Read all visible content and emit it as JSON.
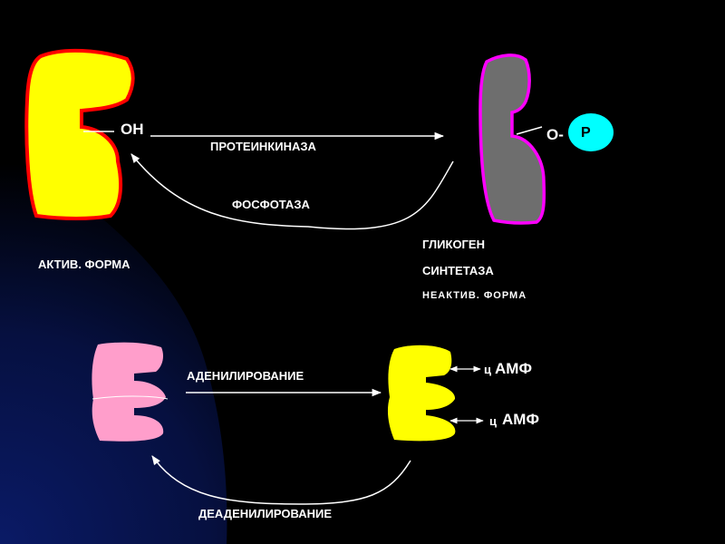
{
  "top": {
    "oh_label": "OH",
    "o_label": "O-",
    "p_label": "P",
    "kinase_label": "ПРОТЕИНКИНАЗА",
    "phosphatase_label": "ФОСФОТАЗА",
    "active_form_label": "АКТИВ. ФОРМА",
    "enzyme_name_line1": "ГЛИКОГЕН",
    "enzyme_name_line2": "СИНТЕТАЗА",
    "inactive_form_label": "НЕАКТИВ. ФОРМА"
  },
  "bottom": {
    "adenylation_label": "АДЕНИЛИРОВАНИЕ",
    "deadenylation_label": "ДЕАДЕНИЛИРОВАНИЕ",
    "camp_prefix_1": "ц",
    "camp_1": "АМФ",
    "camp_prefix_2": "ц",
    "camp_2": "АМФ"
  },
  "colors": {
    "background": "#000000",
    "gradient": "#0a1a66",
    "active_fill": "#ffff00",
    "active_outline": "#ff0000",
    "inactive_fill": "#6e6e6e",
    "inactive_outline": "#ff00ff",
    "phosphate_fill": "#00ffff",
    "pink_fill": "#ff9ecb",
    "text": "#ffffff"
  }
}
